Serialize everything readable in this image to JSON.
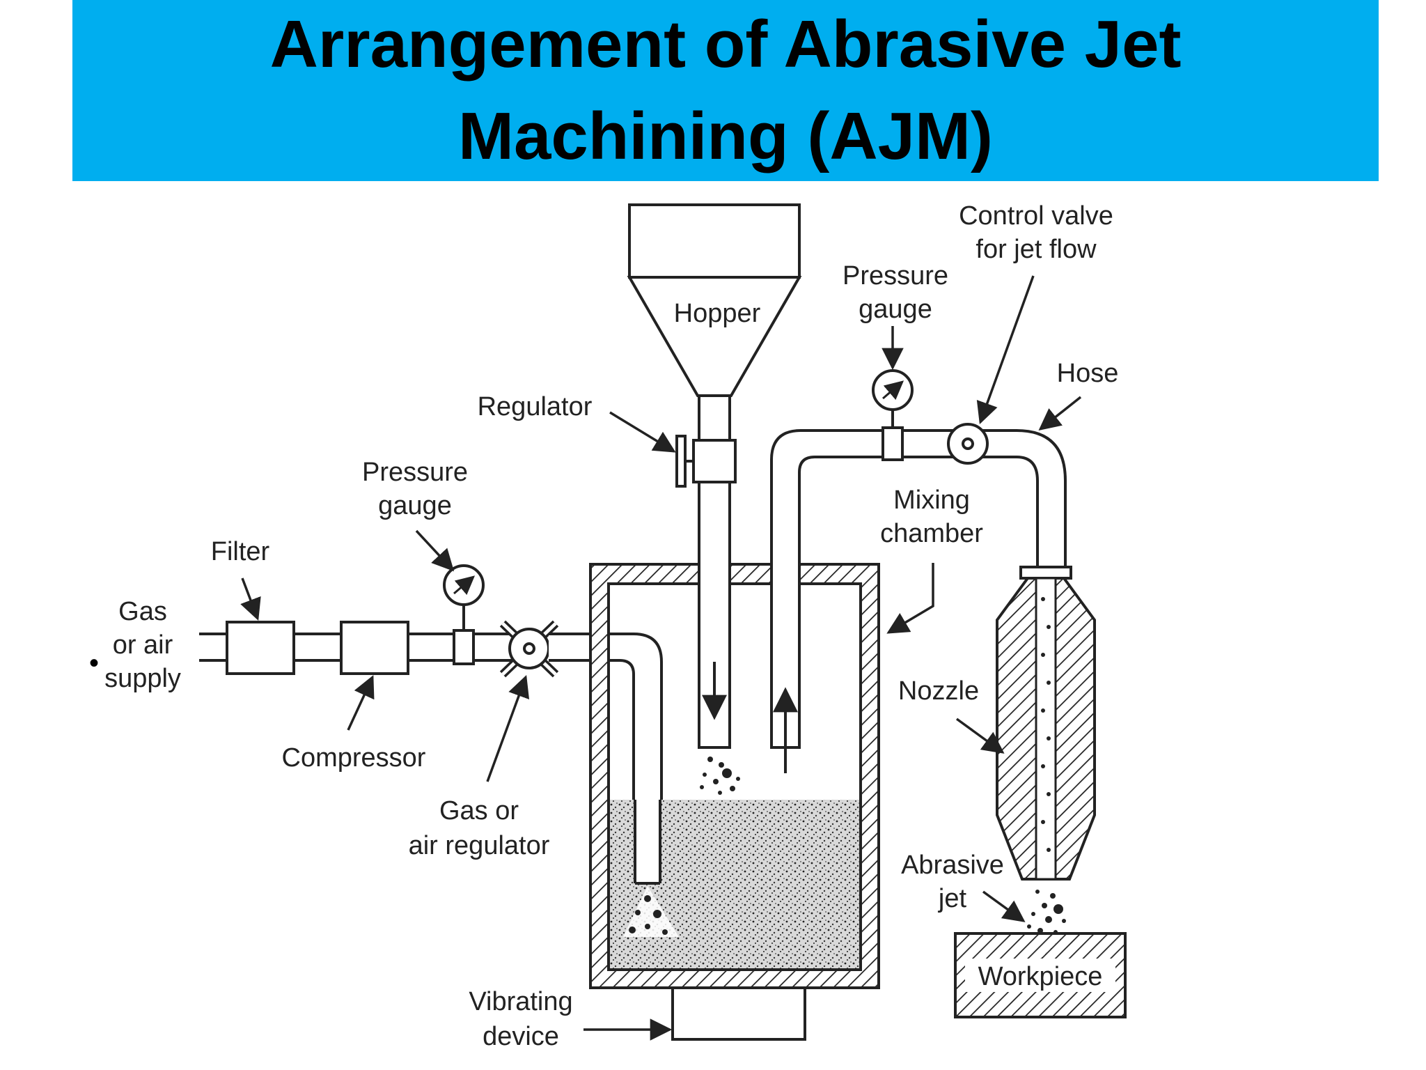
{
  "title": "Arrangement of Abrasive Jet Machining (AJM)",
  "bullet": "•",
  "labels": {
    "gas_supply": [
      "Gas",
      "or air",
      "supply"
    ],
    "filter": "Filter",
    "pressure_gauge_left": [
      "Pressure",
      "gauge"
    ],
    "compressor": "Compressor",
    "gas_regulator": [
      "Gas or",
      "air regulator"
    ],
    "regulator": "Regulator",
    "hopper": "Hopper",
    "pressure_gauge_right": [
      "Pressure",
      "gauge"
    ],
    "control_valve": [
      "Control valve",
      "for jet flow"
    ],
    "hose": "Hose",
    "mixing_chamber": [
      "Mixing",
      "chamber"
    ],
    "nozzle": "Nozzle",
    "abrasive_jet": [
      "Abrasive",
      "jet"
    ],
    "workpiece": "Workpiece",
    "vibrating_device": [
      "Vibrating",
      "device"
    ]
  },
  "colors": {
    "banner": "#00AEEF",
    "ink": "#222222"
  }
}
